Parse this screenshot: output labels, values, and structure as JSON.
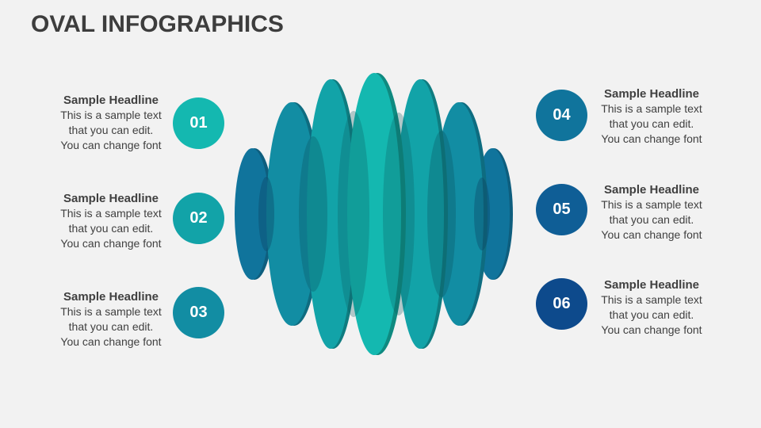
{
  "title": "OVAL INFOGRAPHICS",
  "colors": {
    "background": "#f2f2f2",
    "text": "#404040",
    "badge_01": "#14b8b0",
    "badge_02": "#12a3a8",
    "badge_03": "#128da3",
    "badge_04": "#10749c",
    "badge_05": "#0f5e96",
    "badge_06": "#0d4a8c"
  },
  "items": [
    {
      "number": "01",
      "headline": "Sample Headline",
      "line1": "This is a sample text",
      "line2": "that you can edit.",
      "line3": "You can change font"
    },
    {
      "number": "02",
      "headline": "Sample Headline",
      "line1": "This is a sample text",
      "line2": "that you can edit.",
      "line3": "You can change font"
    },
    {
      "number": "03",
      "headline": "Sample Headline",
      "line1": "This is a sample text",
      "line2": "that you can edit.",
      "line3": "You can change font"
    },
    {
      "number": "04",
      "headline": "Sample Headline",
      "line1": "This is a sample text",
      "line2": "that you can edit.",
      "line3": "You can change font"
    },
    {
      "number": "05",
      "headline": "Sample Headline",
      "line1": "This is a sample text",
      "line2": "that you can edit.",
      "line3": "You can change font"
    },
    {
      "number": "06",
      "headline": "Sample Headline",
      "line1": "This is a sample text",
      "line2": "that you can edit.",
      "line3": "You can change font"
    }
  ]
}
